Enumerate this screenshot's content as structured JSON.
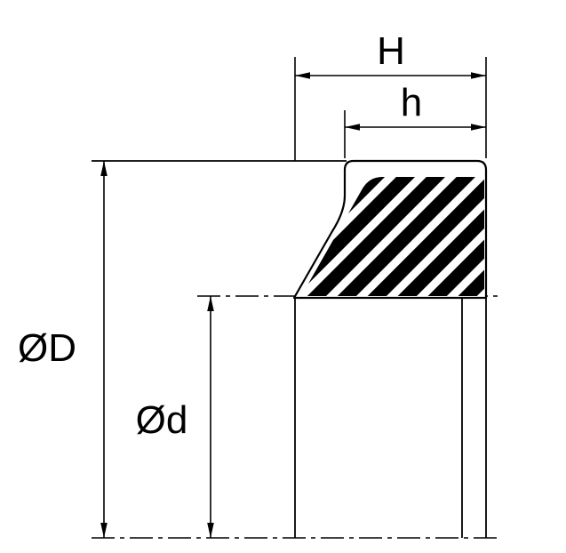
{
  "drawing": {
    "labels": {
      "total_width": "H",
      "lip_width": "h",
      "outer_diameter": "ØD",
      "inner_diameter": "Ød"
    },
    "colors": {
      "line": "#000000",
      "background": "#ffffff",
      "hatch": "#000000"
    }
  }
}
